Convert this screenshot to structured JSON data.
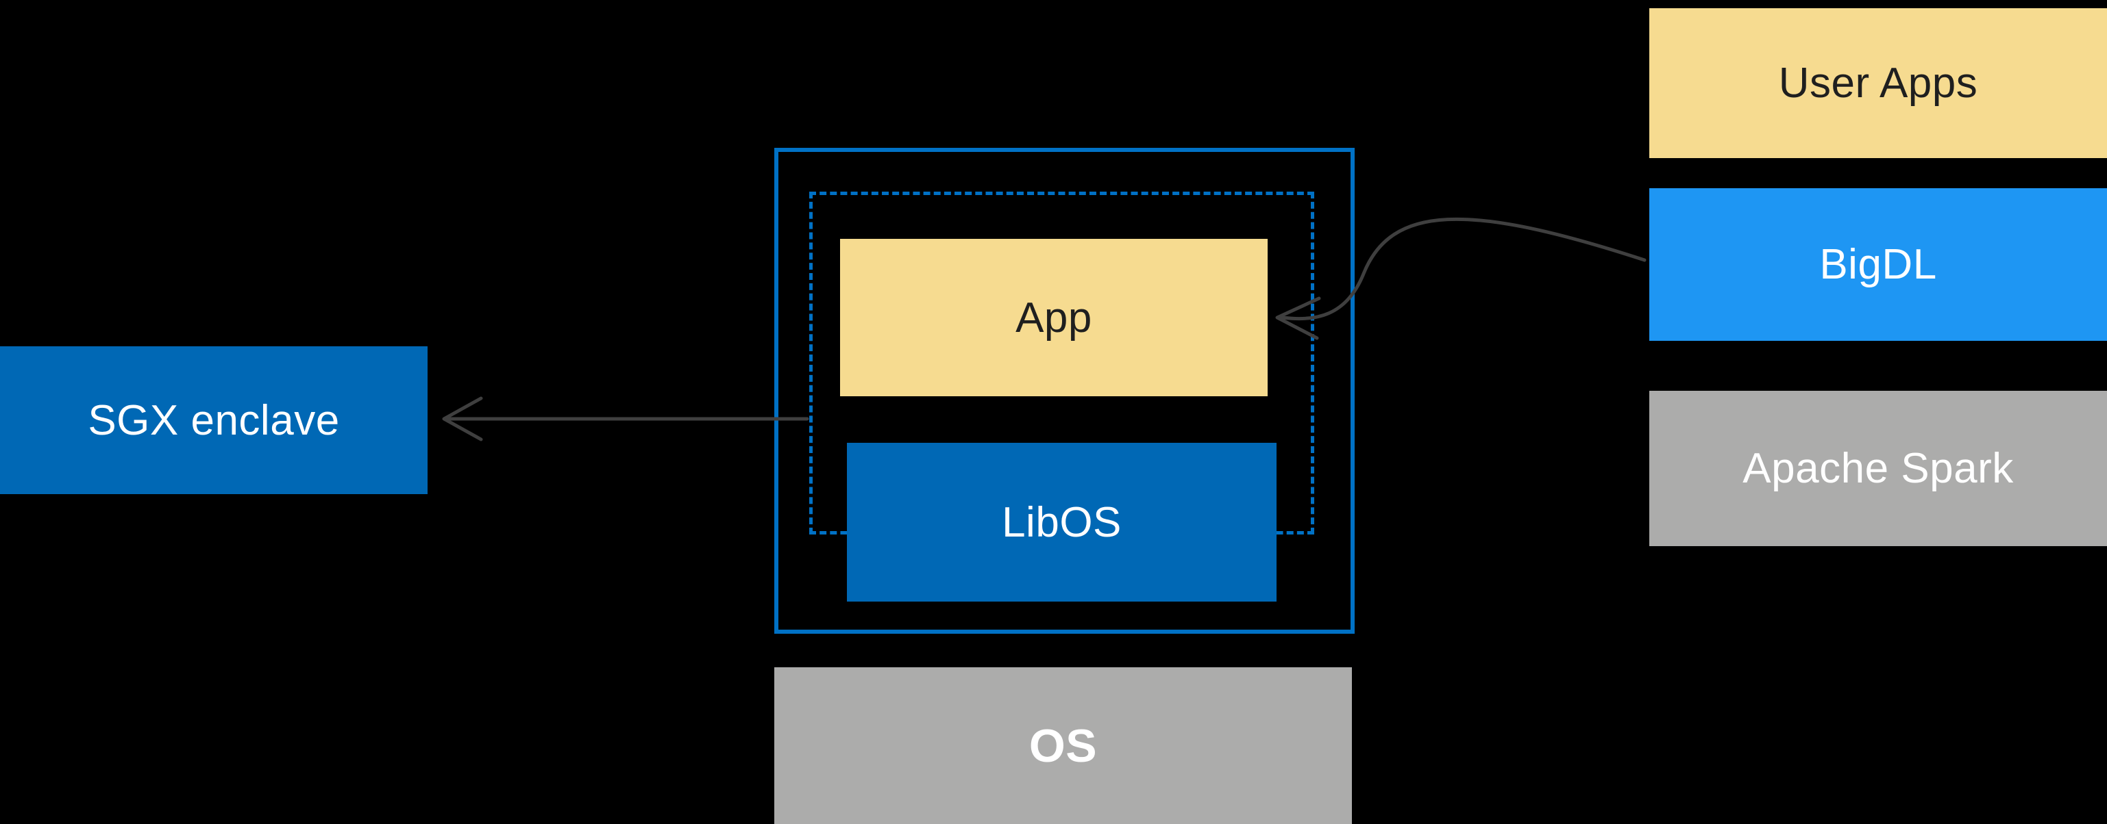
{
  "colors": {
    "canvas_bg": "#000000",
    "intel_blue": "#0068B5",
    "border_blue": "#0071C5",
    "bright_blue": "#1E96F3",
    "gold": "#F6DB90",
    "gray": "#ACACAB",
    "dark_text": "#1F1F1F",
    "light_text": "#FFFFFF",
    "arrow": "#3F3F3F"
  },
  "nodes": {
    "sgx_enclave": "SGX enclave",
    "app": "App",
    "libos": "LibOS",
    "os": "OS"
  },
  "right_stack": [
    {
      "label": "User Apps"
    },
    {
      "label": "BigDL"
    },
    {
      "label": "Apache Spark"
    }
  ]
}
